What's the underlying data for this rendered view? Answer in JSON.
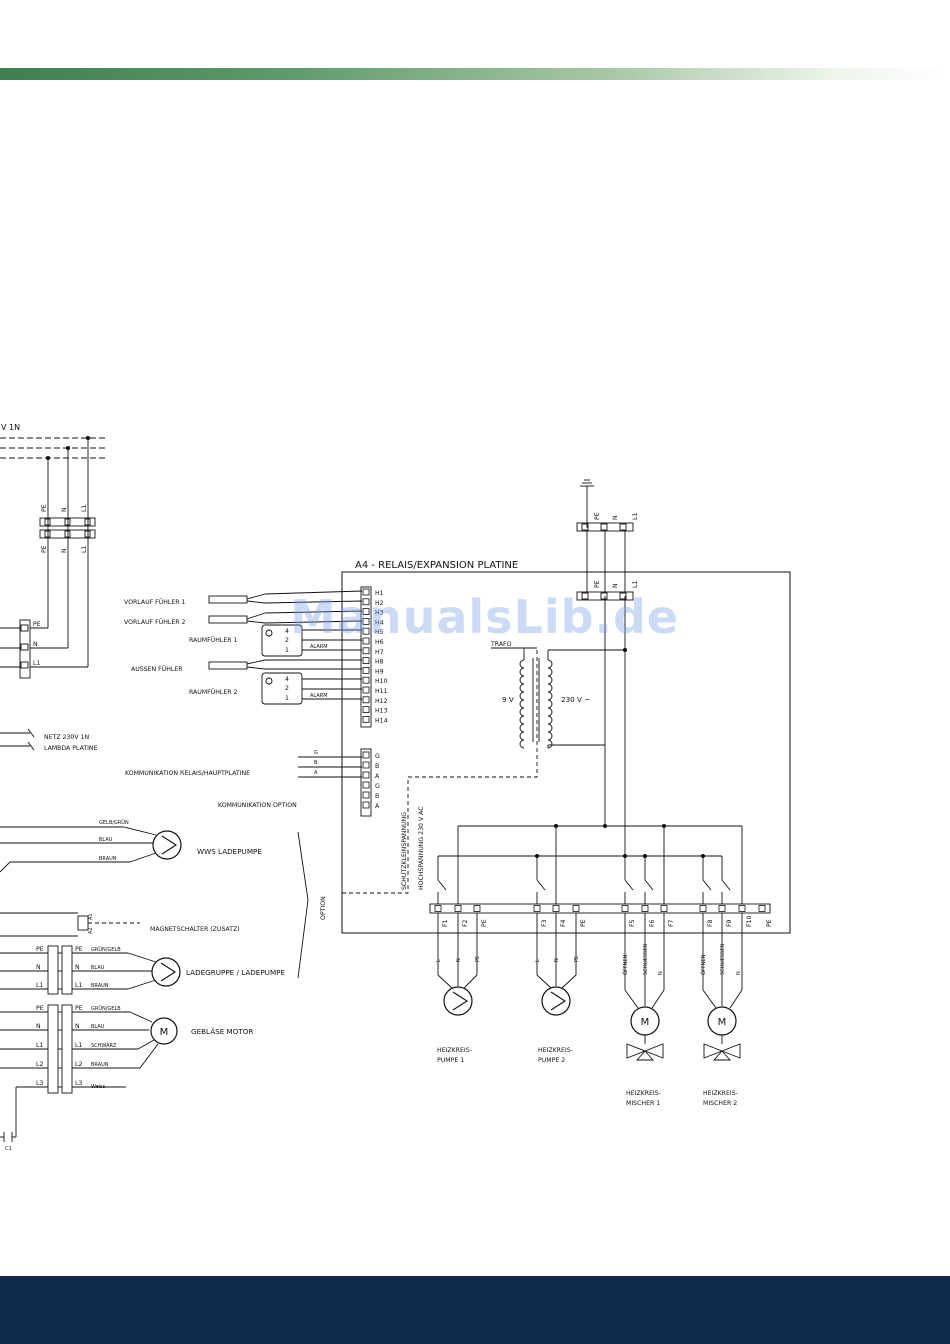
{
  "colors": {
    "band_green": "#3f7f4f",
    "footer_navy": "#0f2a4a",
    "watermark": "#9bb8e8"
  },
  "watermark": "ManualsLib.de",
  "left": {
    "supply_label": "V 1N",
    "top_terminal": [
      "PE",
      "N",
      "L1"
    ],
    "mid_terminal": [
      "PE",
      "N",
      "L1"
    ],
    "netz": [
      "NETZ 230V 1N",
      "LAMBDA PLATINE"
    ],
    "wires_wws": [
      "GELB/GRÜN",
      "BLAU",
      "BRAUN"
    ],
    "wws_label": "WWS LADEPUMPE",
    "kommunikation_option": "KOMMUNIKATION OPTION",
    "option": "OPTION",
    "magnet_label": "MAGNETSCHALTER (ZUSATZ)",
    "magnet_pins": [
      "A1",
      "A2"
    ],
    "lade_left": [
      "PE",
      "N",
      "L1"
    ],
    "lade_right": [
      "PE",
      "N",
      "L1"
    ],
    "lade_wires": [
      "GRÜN/GELB",
      "BLAU",
      "BRAUN"
    ],
    "lade_label": "LADEGRUPPE / LADEPUMPE",
    "geb_left": [
      "PE",
      "N",
      "L1",
      "L2",
      "L3"
    ],
    "geb_right": [
      "PE",
      "N",
      "L1",
      "L2",
      "L3"
    ],
    "geb_wires": [
      "GRÜN/GELB",
      "BLAU",
      "SCHWARZ",
      "BRAUN",
      "Weiss"
    ],
    "geb_label": "GEBLÄSE MOTOR",
    "capacitor": "C1"
  },
  "sensors": {
    "vorlauf1": "VORLAUF FÜHLER 1",
    "vorlauf2": "VORLAUF FÜHLER 2",
    "raum1": "RAUMFÜHLER 1",
    "aussen": "AUSSEN FÜHLER",
    "raum2": "RAUMFÜHLER 2",
    "knob_digits": [
      "4",
      "2",
      "1"
    ],
    "alarm": "ALARM",
    "komm_relais": "KOMMUNIKATION RELAIS/HAUPTPLATINE",
    "gba": [
      "G",
      "B",
      "A"
    ]
  },
  "board": {
    "title": "A4 - RELAIS/EXPANSION PLATINE",
    "h_terms": [
      "H1",
      "H2",
      "H3",
      "H4",
      "H5",
      "H6",
      "H7",
      "H8",
      "H9",
      "H10",
      "H11",
      "H12",
      "H13",
      "H14"
    ],
    "gba_terms": [
      "G",
      "B",
      "A",
      "G",
      "B",
      "A"
    ],
    "trafo": "TRAFO",
    "v9": "9 V",
    "v230": "230 V ~",
    "schutz": "SCHUTZKLEINSPANNUNG",
    "hoch": "HOCHSPANNUNG 230 V AC",
    "top_terms": [
      "PE",
      "N",
      "L1"
    ],
    "inner_terms": [
      "PE",
      "N",
      "L1"
    ],
    "f_terms": [
      "F1",
      "F2",
      "PE",
      "F3",
      "F4",
      "PE",
      "F5",
      "F6",
      "F7",
      "F8",
      "F9",
      "F10",
      "PE"
    ]
  },
  "loads": {
    "pumpe1_wires": [
      "L",
      "N",
      "PE"
    ],
    "pumpe1": [
      "HEIZKREIS-",
      "PUMPE 1"
    ],
    "pumpe2_wires": [
      "L",
      "N",
      "PE"
    ],
    "pumpe2": [
      "HEIZKREIS-",
      "PUMPE 2"
    ],
    "mischer1_wires": [
      "ÖFFNEN",
      "SCHLIESSEN",
      "N"
    ],
    "mischer1": [
      "HEIZKREIS-",
      "MISCHER 1"
    ],
    "mischer2_wires": [
      "ÖFFNEN",
      "SCHLIESSEN",
      "N"
    ],
    "mischer2": [
      "HEIZKREIS-",
      "MISCHER 2"
    ],
    "motor_letter": "M"
  }
}
